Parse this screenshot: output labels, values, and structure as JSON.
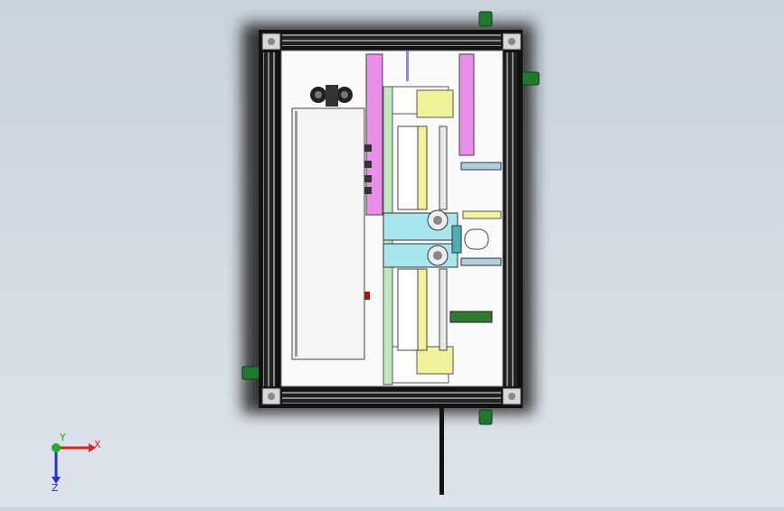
{
  "viewport": {
    "background_top": "#c9d3dc",
    "background_bottom": "#dde3ea"
  },
  "triad": {
    "x_label": "X",
    "y_label": "Y",
    "z_label": "Z",
    "x_color": "#e02020",
    "y_color": "#20b020",
    "z_color": "#2030e0"
  },
  "model": {
    "frame_color": "#111111",
    "panel_color": "#fafafa",
    "accent_pink": "#e88ee8",
    "accent_green": "#bfe8bf",
    "accent_cyan": "#a8e6ee",
    "accent_yellow": "#f2f29a",
    "foot_color": "#1f7a2e",
    "cabinet_color": "#f4f4f4"
  }
}
